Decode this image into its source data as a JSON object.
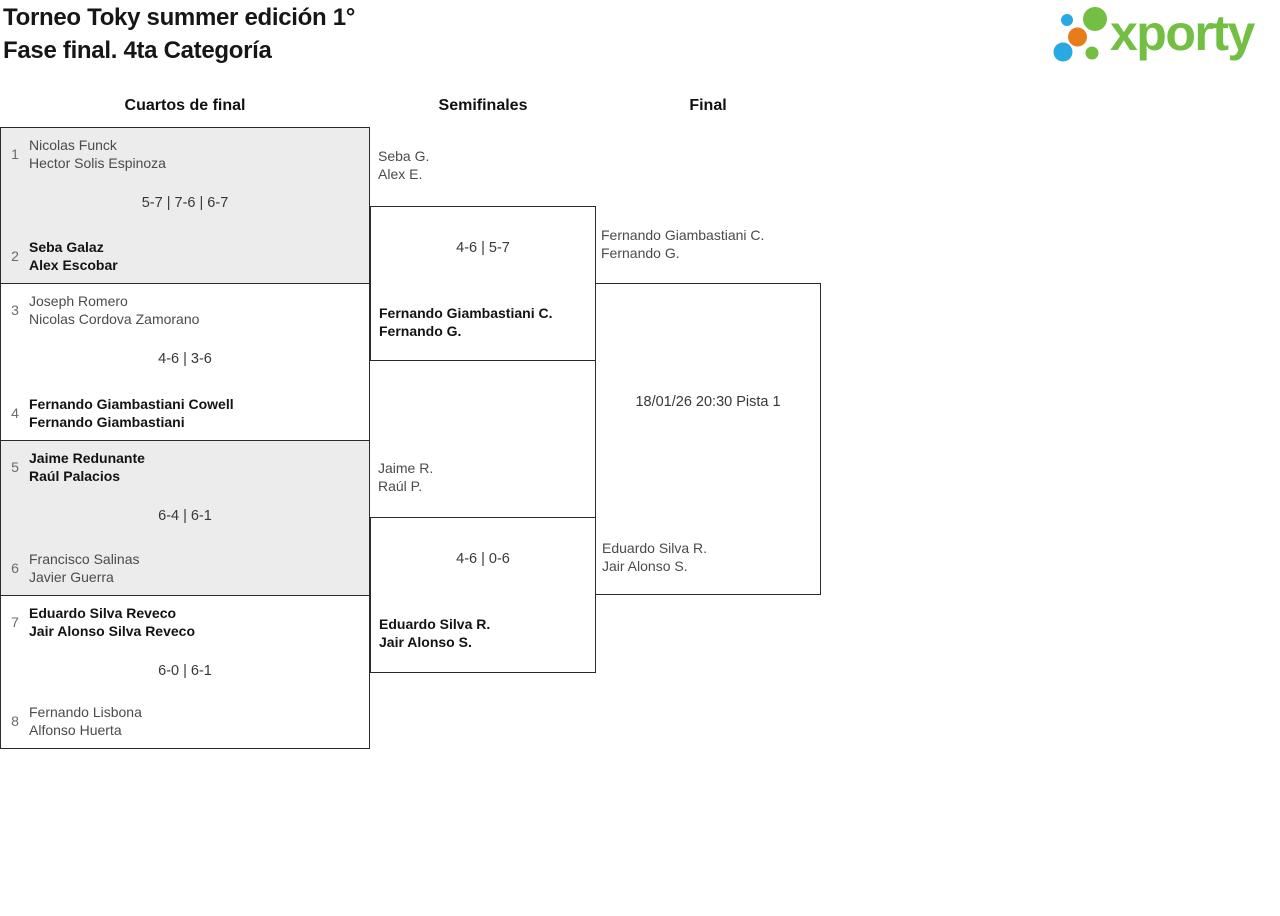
{
  "header": {
    "line1": "Torneo Toky summer edición 1°",
    "line2": "Fase final. 4ta Categoría"
  },
  "logo": {
    "text": "xporty",
    "colors": {
      "green": "#72bf44",
      "blue": "#29a9e1",
      "orange": "#e87c1a"
    }
  },
  "columns": [
    "Cuartos de final",
    "Semifinales",
    "Final"
  ],
  "quarterfinals": [
    {
      "team1_seed": "1",
      "team1_players": [
        "Nicolas Funck",
        "Hector Solis Espinoza"
      ],
      "score": "5-7 | 7-6 | 6-7",
      "team2_seed": "2",
      "team2_players": [
        "Seba Galaz",
        "Alex Escobar"
      ],
      "winner": "team2"
    },
    {
      "team1_seed": "3",
      "team1_players": [
        "Joseph Romero",
        "Nicolas Cordova Zamorano"
      ],
      "score": "4-6 | 3-6",
      "team2_seed": "4",
      "team2_players": [
        "Fernando Giambastiani Cowell",
        "Fernando Giambastiani"
      ],
      "winner": "team2"
    },
    {
      "team1_seed": "5",
      "team1_players": [
        "Jaime Redunante",
        "Raúl Palacios"
      ],
      "score": "6-4 | 6-1",
      "team2_seed": "6",
      "team2_players": [
        "Francisco Salinas",
        "Javier Guerra"
      ],
      "winner": "team1"
    },
    {
      "team1_seed": "7",
      "team1_players": [
        "Eduardo Silva Reveco",
        "Jair Alonso Silva Reveco"
      ],
      "score": "6-0 | 6-1",
      "team2_seed": "8",
      "team2_players": [
        "Fernando Lisbona",
        "Alfonso Huerta"
      ],
      "winner": "team1"
    }
  ],
  "semifinals": [
    {
      "team1_lines": [
        "Seba G.",
        "Alex E."
      ],
      "score": "4-6 | 5-7",
      "winner_lines": [
        "Fernando Giambastiani C.",
        "Fernando G."
      ]
    },
    {
      "team1_lines": [
        "Jaime R.",
        "Raúl P."
      ],
      "score": "4-6 | 0-6",
      "winner_lines": [
        "Eduardo Silva R.",
        "Jair Alonso S."
      ]
    }
  ],
  "final": {
    "team1_lines": [
      "Fernando Giambastiani C.",
      "Fernando G."
    ],
    "schedule": "18/01/26 20:30 Pista 1",
    "team2_lines": [
      "Eduardo Silva R.",
      "Jair Alonso S."
    ]
  }
}
